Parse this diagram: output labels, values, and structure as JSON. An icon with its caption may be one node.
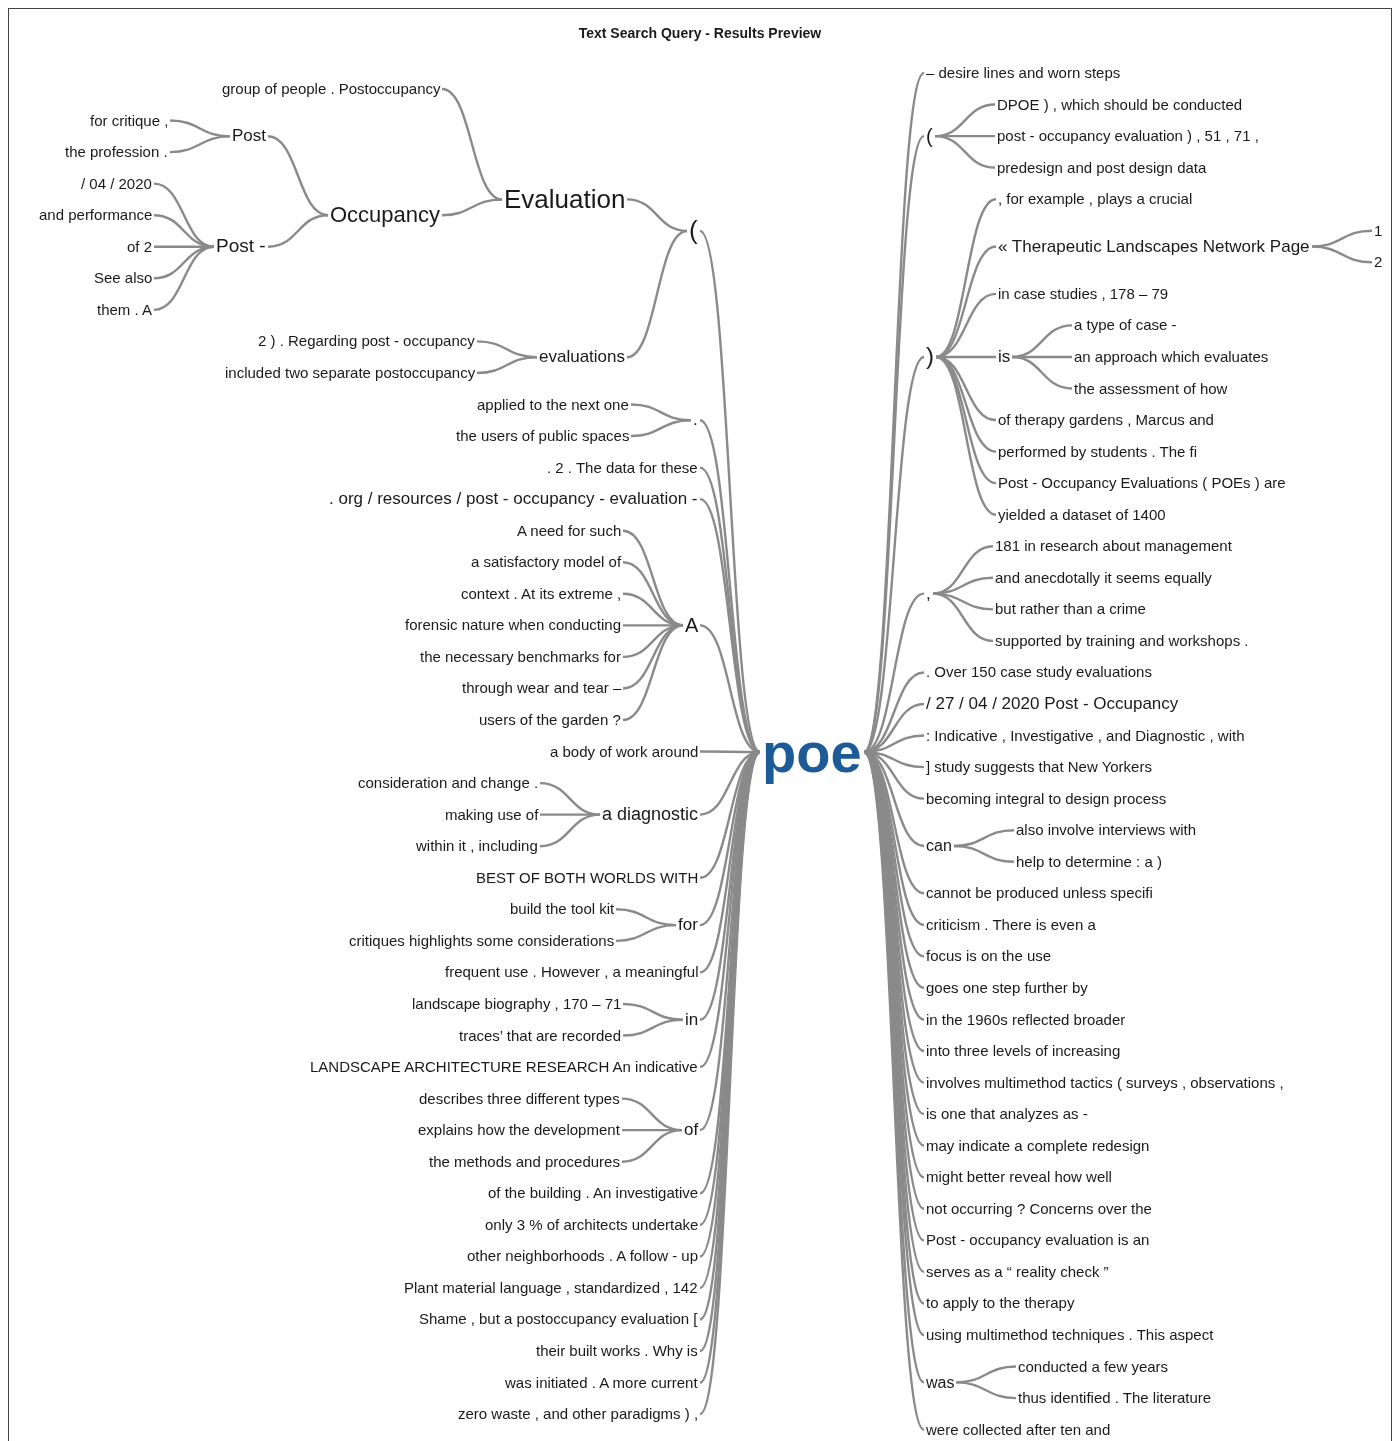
{
  "diagram": {
    "title": "Text Search Query - Results Preview",
    "nodes": [
      {
        "text": [
          "poe"
        ]
      },
      {
        "text": [
          "("
        ]
      },
      {
        "text": [
          "Evaluation"
        ]
      },
      {
        "text": [
          "group of people . Postoccupancy"
        ]
      },
      {
        "text": [
          "Occupancy"
        ]
      },
      {
        "text": [
          "Post"
        ]
      },
      {
        "text": [
          "for critique ,"
        ]
      },
      {
        "text": [
          "the profession ."
        ]
      },
      {
        "text": [
          "Post -"
        ]
      },
      {
        "text": [
          "/ 04 / 2020"
        ]
      },
      {
        "text": [
          "and performance"
        ]
      },
      {
        "text": [
          "of 2"
        ]
      },
      {
        "text": [
          "See also"
        ]
      },
      {
        "text": [
          "them . A"
        ]
      },
      {
        "text": [
          "evaluations"
        ]
      },
      {
        "text": [
          "2 ) . Regarding post - occupancy"
        ]
      },
      {
        "text": [
          "included two separate postoccupancy"
        ]
      },
      {
        "text": [
          "."
        ]
      },
      {
        "text": [
          "applied to the next one"
        ]
      },
      {
        "text": [
          "the users of public spaces"
        ]
      },
      {
        "text": [
          ". 2 . The data for these"
        ]
      },
      {
        "text": [
          ". org / resources / post - occupancy - evaluation -"
        ]
      },
      {
        "text": [
          "A"
        ]
      },
      {
        "text": [
          "A need for such"
        ]
      },
      {
        "text": [
          "a satisfactory model of"
        ]
      },
      {
        "text": [
          "context . At its extreme ,"
        ]
      },
      {
        "text": [
          "forensic nature when conducting"
        ]
      },
      {
        "text": [
          "the necessary benchmarks for"
        ]
      },
      {
        "text": [
          "through wear and tear –"
        ]
      },
      {
        "text": [
          "users of the garden ?"
        ]
      },
      {
        "text": [
          "a body of work around"
        ]
      },
      {
        "text": [
          "a diagnostic"
        ]
      },
      {
        "text": [
          "consideration and change ."
        ]
      },
      {
        "text": [
          "making use of"
        ]
      },
      {
        "text": [
          "within it , including"
        ]
      },
      {
        "text": [
          "BEST OF BOTH WORLDS WITH"
        ]
      },
      {
        "text": [
          "for"
        ]
      },
      {
        "text": [
          "build the tool kit"
        ]
      },
      {
        "text": [
          "critiques highlights some considerations"
        ]
      },
      {
        "text": [
          "frequent use . However , a meaningful"
        ]
      },
      {
        "text": [
          "in"
        ]
      },
      {
        "text": [
          "landscape biography , 170 – 71"
        ]
      },
      {
        "text": [
          "traces’ that are recorded"
        ]
      },
      {
        "text": [
          "LANDSCAPE ARCHITECTURE RESEARCH An indicative"
        ]
      },
      {
        "text": [
          "of"
        ]
      },
      {
        "text": [
          "describes three different types"
        ]
      },
      {
        "text": [
          "explains how the development"
        ]
      },
      {
        "text": [
          "the methods and procedures"
        ]
      },
      {
        "text": [
          "of the building . An investigative"
        ]
      },
      {
        "text": [
          "only 3 % of architects undertake"
        ]
      },
      {
        "text": [
          "other neighborhoods . A follow - up"
        ]
      },
      {
        "text": [
          "Plant material language , standardized , 142"
        ]
      },
      {
        "text": [
          "Shame , but a postoccupancy evaluation ["
        ]
      },
      {
        "text": [
          "their built works . Why is"
        ]
      },
      {
        "text": [
          "was initiated . A more current"
        ]
      },
      {
        "text": [
          "zero waste , and other paradigms ) ,"
        ]
      },
      {
        "text": [
          "– desire lines and worn steps"
        ]
      },
      {
        "text": [
          "("
        ]
      },
      {
        "text": [
          "DPOE ) , which should be conducted"
        ]
      },
      {
        "text": [
          "post - occupancy evaluation ) , 51 , 71 ,"
        ]
      },
      {
        "text": [
          "predesign and post design data"
        ]
      },
      {
        "text": [
          ")"
        ]
      },
      {
        "text": [
          ", for example , plays a crucial"
        ]
      },
      {
        "text": [
          "« Therapeutic Landscapes Network Page"
        ]
      },
      {
        "text": [
          "1"
        ]
      },
      {
        "text": [
          "2"
        ]
      },
      {
        "text": [
          "in case studies , 178 – 79"
        ]
      },
      {
        "text": [
          "is"
        ]
      },
      {
        "text": [
          "a type of case -"
        ]
      },
      {
        "text": [
          "an approach which evaluates"
        ]
      },
      {
        "text": [
          "the assessment of how"
        ]
      },
      {
        "text": [
          "of therapy gardens , Marcus and"
        ]
      },
      {
        "text": [
          "performed by students . The fi"
        ]
      },
      {
        "text": [
          "Post - Occupancy Evaluations ( POEs ) are"
        ]
      },
      {
        "text": [
          "yielded a dataset of 1400"
        ]
      },
      {
        "text": [
          ","
        ]
      },
      {
        "text": [
          "181 in research about management"
        ]
      },
      {
        "text": [
          "and anecdotally it seems equally"
        ]
      },
      {
        "text": [
          "but rather than a crime"
        ]
      },
      {
        "text": [
          "supported by training and workshops ."
        ]
      },
      {
        "text": [
          ". Over 150 case study evaluations"
        ]
      },
      {
        "text": [
          "/ 27 / 04 / 2020 Post - Occupancy"
        ]
      },
      {
        "text": [
          ": Indicative , Investigative , and Diagnostic , with"
        ]
      },
      {
        "text": [
          "] study suggests that New Yorkers"
        ]
      },
      {
        "text": [
          "becoming integral to design process"
        ]
      },
      {
        "text": [
          "can"
        ]
      },
      {
        "text": [
          "also involve interviews with"
        ]
      },
      {
        "text": [
          "help to determine : a )"
        ]
      },
      {
        "text": [
          "cannot be produced unless specifi"
        ]
      },
      {
        "text": [
          "criticism . There is even a"
        ]
      },
      {
        "text": [
          "focus is on the use"
        ]
      },
      {
        "text": [
          "goes one step further by"
        ]
      },
      {
        "text": [
          "in the 1960s reflected broader"
        ]
      },
      {
        "text": [
          "into three levels of increasing"
        ]
      },
      {
        "text": [
          "involves multimethod tactics ( surveys , observations ,"
        ]
      },
      {
        "text": [
          "is one that analyzes as -"
        ]
      },
      {
        "text": [
          "may indicate a complete redesign"
        ]
      },
      {
        "text": [
          "might better reveal how well"
        ]
      },
      {
        "text": [
          "not occurring ? Concerns over the"
        ]
      },
      {
        "text": [
          "Post - occupancy evaluation is an"
        ]
      },
      {
        "text": [
          "serves as a “ reality check ”"
        ]
      },
      {
        "text": [
          "to apply to the therapy"
        ]
      },
      {
        "text": [
          "using multimethod techniques . This aspect"
        ]
      },
      {
        "text": [
          "was"
        ]
      },
      {
        "text": [
          "conducted a few years"
        ]
      },
      {
        "text": [
          "thus identified . The literature"
        ]
      },
      {
        "text": [
          "were collected after ten and"
        ]
      }
    ],
    "edges": [
      {
        "from": 0,
        "to": 1,
        "arrow": "none"
      },
      {
        "from": 1,
        "to": 2,
        "arrow": "none"
      },
      {
        "from": 2,
        "to": 3,
        "arrow": "none"
      },
      {
        "from": 2,
        "to": 4,
        "arrow": "none"
      },
      {
        "from": 4,
        "to": 5,
        "arrow": "none"
      },
      {
        "from": 5,
        "to": 6,
        "arrow": "none"
      },
      {
        "from": 5,
        "to": 7,
        "arrow": "none"
      },
      {
        "from": 4,
        "to": 8,
        "arrow": "none"
      },
      {
        "from": 8,
        "to": 9,
        "arrow": "none"
      },
      {
        "from": 8,
        "to": 10,
        "arrow": "none"
      },
      {
        "from": 8,
        "to": 11,
        "arrow": "none"
      },
      {
        "from": 8,
        "to": 12,
        "arrow": "none"
      },
      {
        "from": 8,
        "to": 13,
        "arrow": "none"
      },
      {
        "from": 1,
        "to": 14,
        "arrow": "none"
      },
      {
        "from": 14,
        "to": 15,
        "arrow": "none"
      },
      {
        "from": 14,
        "to": 16,
        "arrow": "none"
      },
      {
        "from": 0,
        "to": 17,
        "arrow": "none"
      },
      {
        "from": 17,
        "to": 18,
        "arrow": "none"
      },
      {
        "from": 17,
        "to": 19,
        "arrow": "none"
      },
      {
        "from": 0,
        "to": 20,
        "arrow": "none"
      },
      {
        "from": 0,
        "to": 21,
        "arrow": "none"
      },
      {
        "from": 0,
        "to": 22,
        "arrow": "none"
      },
      {
        "from": 22,
        "to": 23,
        "arrow": "none"
      },
      {
        "from": 22,
        "to": 24,
        "arrow": "none"
      },
      {
        "from": 22,
        "to": 25,
        "arrow": "none"
      },
      {
        "from": 22,
        "to": 26,
        "arrow": "none"
      },
      {
        "from": 22,
        "to": 27,
        "arrow": "none"
      },
      {
        "from": 22,
        "to": 28,
        "arrow": "none"
      },
      {
        "from": 22,
        "to": 29,
        "arrow": "none"
      },
      {
        "from": 0,
        "to": 30,
        "arrow": "none"
      },
      {
        "from": 0,
        "to": 31,
        "arrow": "none"
      },
      {
        "from": 31,
        "to": 32,
        "arrow": "none"
      },
      {
        "from": 31,
        "to": 33,
        "arrow": "none"
      },
      {
        "from": 31,
        "to": 34,
        "arrow": "none"
      },
      {
        "from": 0,
        "to": 35,
        "arrow": "none"
      },
      {
        "from": 0,
        "to": 36,
        "arrow": "none"
      },
      {
        "from": 36,
        "to": 37,
        "arrow": "none"
      },
      {
        "from": 36,
        "to": 38,
        "arrow": "none"
      },
      {
        "from": 0,
        "to": 39,
        "arrow": "none"
      },
      {
        "from": 0,
        "to": 40,
        "arrow": "none"
      },
      {
        "from": 40,
        "to": 41,
        "arrow": "none"
      },
      {
        "from": 40,
        "to": 42,
        "arrow": "none"
      },
      {
        "from": 0,
        "to": 43,
        "arrow": "none"
      },
      {
        "from": 0,
        "to": 44,
        "arrow": "none"
      },
      {
        "from": 44,
        "to": 45,
        "arrow": "none"
      },
      {
        "from": 44,
        "to": 46,
        "arrow": "none"
      },
      {
        "from": 44,
        "to": 47,
        "arrow": "none"
      },
      {
        "from": 0,
        "to": 48,
        "arrow": "none"
      },
      {
        "from": 0,
        "to": 49,
        "arrow": "none"
      },
      {
        "from": 0,
        "to": 50,
        "arrow": "none"
      },
      {
        "from": 0,
        "to": 51,
        "arrow": "none"
      },
      {
        "from": 0,
        "to": 52,
        "arrow": "none"
      },
      {
        "from": 0,
        "to": 53,
        "arrow": "none"
      },
      {
        "from": 0,
        "to": 54,
        "arrow": "none"
      },
      {
        "from": 0,
        "to": 55,
        "arrow": "none"
      },
      {
        "from": 0,
        "to": 56,
        "arrow": "none"
      },
      {
        "from": 0,
        "to": 57,
        "arrow": "none"
      },
      {
        "from": 57,
        "to": 58,
        "arrow": "none"
      },
      {
        "from": 57,
        "to": 59,
        "arrow": "none"
      },
      {
        "from": 57,
        "to": 60,
        "arrow": "none"
      },
      {
        "from": 0,
        "to": 61,
        "arrow": "none"
      },
      {
        "from": 61,
        "to": 62,
        "arrow": "none"
      },
      {
        "from": 61,
        "to": 63,
        "arrow": "none"
      },
      {
        "from": 63,
        "to": 64,
        "arrow": "none"
      },
      {
        "from": 63,
        "to": 65,
        "arrow": "none"
      },
      {
        "from": 61,
        "to": 66,
        "arrow": "none"
      },
      {
        "from": 61,
        "to": 67,
        "arrow": "none"
      },
      {
        "from": 67,
        "to": 68,
        "arrow": "none"
      },
      {
        "from": 67,
        "to": 69,
        "arrow": "none"
      },
      {
        "from": 67,
        "to": 70,
        "arrow": "none"
      },
      {
        "from": 61,
        "to": 71,
        "arrow": "none"
      },
      {
        "from": 61,
        "to": 72,
        "arrow": "none"
      },
      {
        "from": 61,
        "to": 73,
        "arrow": "none"
      },
      {
        "from": 61,
        "to": 74,
        "arrow": "none"
      },
      {
        "from": 0,
        "to": 75,
        "arrow": "none"
      },
      {
        "from": 75,
        "to": 76,
        "arrow": "none"
      },
      {
        "from": 75,
        "to": 77,
        "arrow": "none"
      },
      {
        "from": 75,
        "to": 78,
        "arrow": "none"
      },
      {
        "from": 75,
        "to": 79,
        "arrow": "none"
      },
      {
        "from": 0,
        "to": 80,
        "arrow": "none"
      },
      {
        "from": 0,
        "to": 81,
        "arrow": "none"
      },
      {
        "from": 0,
        "to": 82,
        "arrow": "none"
      },
      {
        "from": 0,
        "to": 83,
        "arrow": "none"
      },
      {
        "from": 0,
        "to": 84,
        "arrow": "none"
      },
      {
        "from": 0,
        "to": 85,
        "arrow": "none"
      },
      {
        "from": 85,
        "to": 86,
        "arrow": "none"
      },
      {
        "from": 85,
        "to": 87,
        "arrow": "none"
      },
      {
        "from": 0,
        "to": 88,
        "arrow": "none"
      },
      {
        "from": 0,
        "to": 89,
        "arrow": "none"
      },
      {
        "from": 0,
        "to": 90,
        "arrow": "none"
      },
      {
        "from": 0,
        "to": 91,
        "arrow": "none"
      },
      {
        "from": 0,
        "to": 92,
        "arrow": "none"
      },
      {
        "from": 0,
        "to": 93,
        "arrow": "none"
      },
      {
        "from": 0,
        "to": 94,
        "arrow": "none"
      },
      {
        "from": 0,
        "to": 95,
        "arrow": "none"
      },
      {
        "from": 0,
        "to": 96,
        "arrow": "none"
      },
      {
        "from": 0,
        "to": 97,
        "arrow": "none"
      },
      {
        "from": 0,
        "to": 98,
        "arrow": "none"
      },
      {
        "from": 0,
        "to": 99,
        "arrow": "none"
      },
      {
        "from": 0,
        "to": 100,
        "arrow": "none"
      },
      {
        "from": 0,
        "to": 101,
        "arrow": "none"
      },
      {
        "from": 0,
        "to": 102,
        "arrow": "none"
      },
      {
        "from": 0,
        "to": 103,
        "arrow": "none"
      },
      {
        "from": 103,
        "to": 104,
        "arrow": "none"
      },
      {
        "from": 103,
        "to": 105,
        "arrow": "none"
      },
      {
        "from": 0,
        "to": 106,
        "arrow": "none"
      }
    ]
  }
}
